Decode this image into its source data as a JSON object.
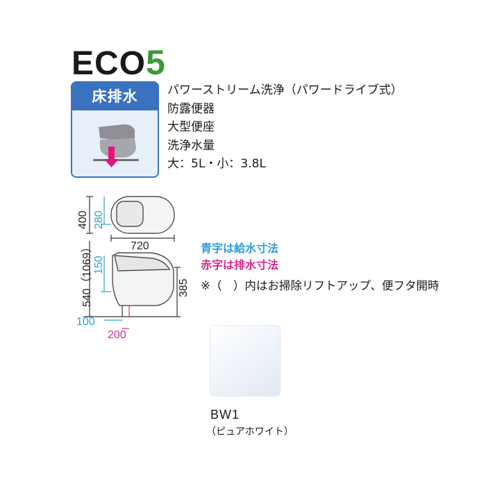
{
  "logo": {
    "text": "ECO",
    "number": "5"
  },
  "badge": {
    "title": "床排水"
  },
  "specs": [
    "パワーストリーム洗浄（パワードライブ式）",
    "防露便器",
    "大型便座",
    "洗浄水量",
    "大：5L・小：3.8L"
  ],
  "diagram": {
    "top_view": {
      "depth": "400",
      "depth_supply": "280",
      "width": "720"
    },
    "side_view": {
      "height": "540（1069）",
      "height_supply": "150",
      "seat_height": "385",
      "supply_offset": "100",
      "drain_offset": "200"
    }
  },
  "legend": {
    "blue": "青字は給水寸法",
    "red": "赤字は排水寸法",
    "note": "※（　）内はお掃除リフトアップ、便フタ開時"
  },
  "color_option": {
    "code": "BW1",
    "name": "（ピュアホワイト）"
  }
}
